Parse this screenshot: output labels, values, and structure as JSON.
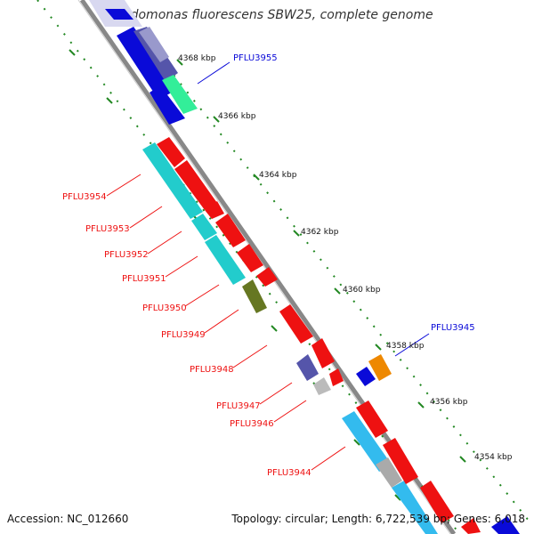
{
  "title": "Pseudomonas fluorescens SBW25, complete genome",
  "footer": {
    "accession": "Accession: NC_012660",
    "topology": "Topology: circular; Length: 6,722,539 bp; Genes: 6,018"
  },
  "kbp_labels": [
    "4368 kbp",
    "4366 kbp",
    "4364 kbp",
    "4362 kbp",
    "4360 kbp",
    "4358 kbp",
    "4356 kbp",
    "4354 kbp"
  ],
  "gene_labels_blue": [
    "PFLU3955",
    "PFLU3945"
  ],
  "gene_labels_red": [
    "PFLU3954",
    "PFLU3953",
    "PFLU3952",
    "PFLU3951",
    "PFLU3950",
    "PFLU3949",
    "PFLU3948",
    "PFLU3947",
    "PFLU3946",
    "PFLU3944"
  ],
  "colors": {
    "forward_strand": "#ee1111",
    "reverse_strand": "#0a0ad8",
    "cog_cyan": "#22cccc",
    "cog_light_blue": "#33bbee",
    "cog_green": "#33ee99",
    "cog_orange": "#ee8800",
    "cog_purple": "#5555aa",
    "cog_olive": "#667722",
    "backbone": "#888888",
    "tick": "#228822"
  }
}
